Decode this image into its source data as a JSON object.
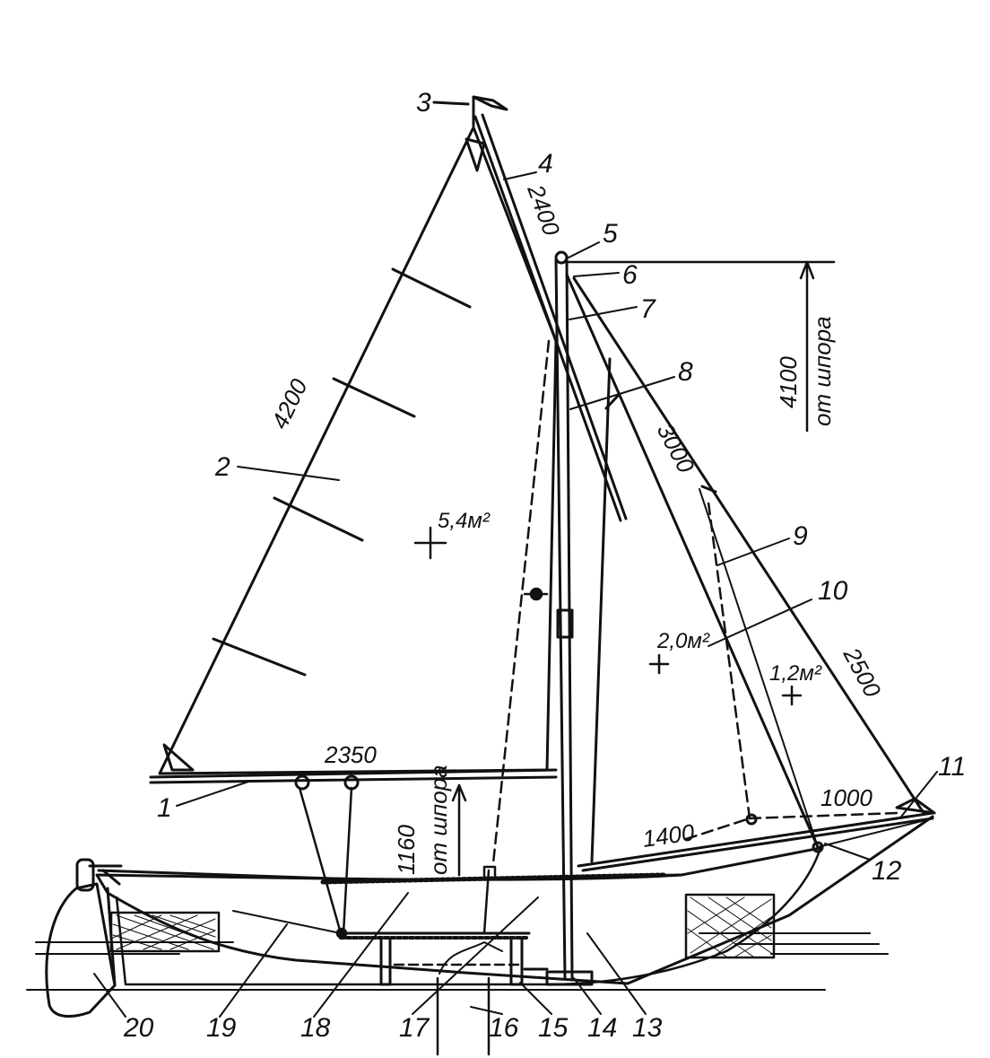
{
  "part_labels": [
    "1",
    "2",
    "3",
    "4",
    "5",
    "6",
    "7",
    "8",
    "9",
    "10",
    "11",
    "12",
    "13",
    "14",
    "15",
    "16",
    "17",
    "18",
    "19",
    "20"
  ],
  "dimensions": {
    "mainsail_luff": "4200",
    "yard": "2400",
    "boom": "2350",
    "mast_height": "4100",
    "mast_height_ref": "от шпора",
    "boom_height": "1160",
    "boom_height_ref": "от шпора",
    "jib_luff": "3000",
    "spinnaker_luff": "2500",
    "bowsprit": "1400",
    "jib_foot": "1000"
  },
  "sail_areas": {
    "mainsail": "5,4м²",
    "jib": "2,0м²",
    "staysail": "1,2м²"
  },
  "colors": {
    "ink": "#111111",
    "paper": "#ffffff"
  }
}
